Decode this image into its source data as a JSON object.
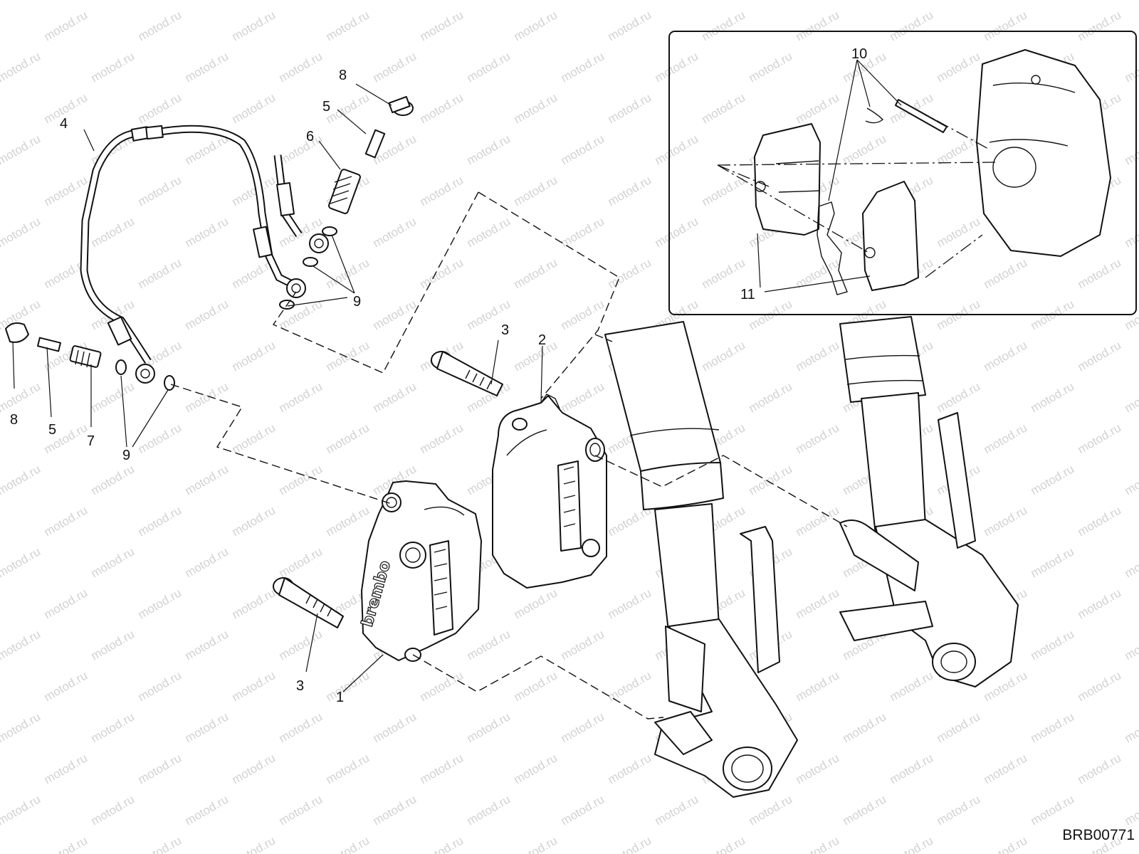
{
  "drawing": {
    "reference_code": "BRB00771",
    "watermark_text": "motod.ru"
  },
  "callouts": {
    "n1": "1",
    "n2": "2",
    "n3": "3",
    "n4": "4",
    "n5": "5",
    "n6": "6",
    "n7": "7",
    "n8": "8",
    "n9": "9",
    "n10": "10",
    "n11": "11"
  },
  "caliper_brand": "brembo"
}
